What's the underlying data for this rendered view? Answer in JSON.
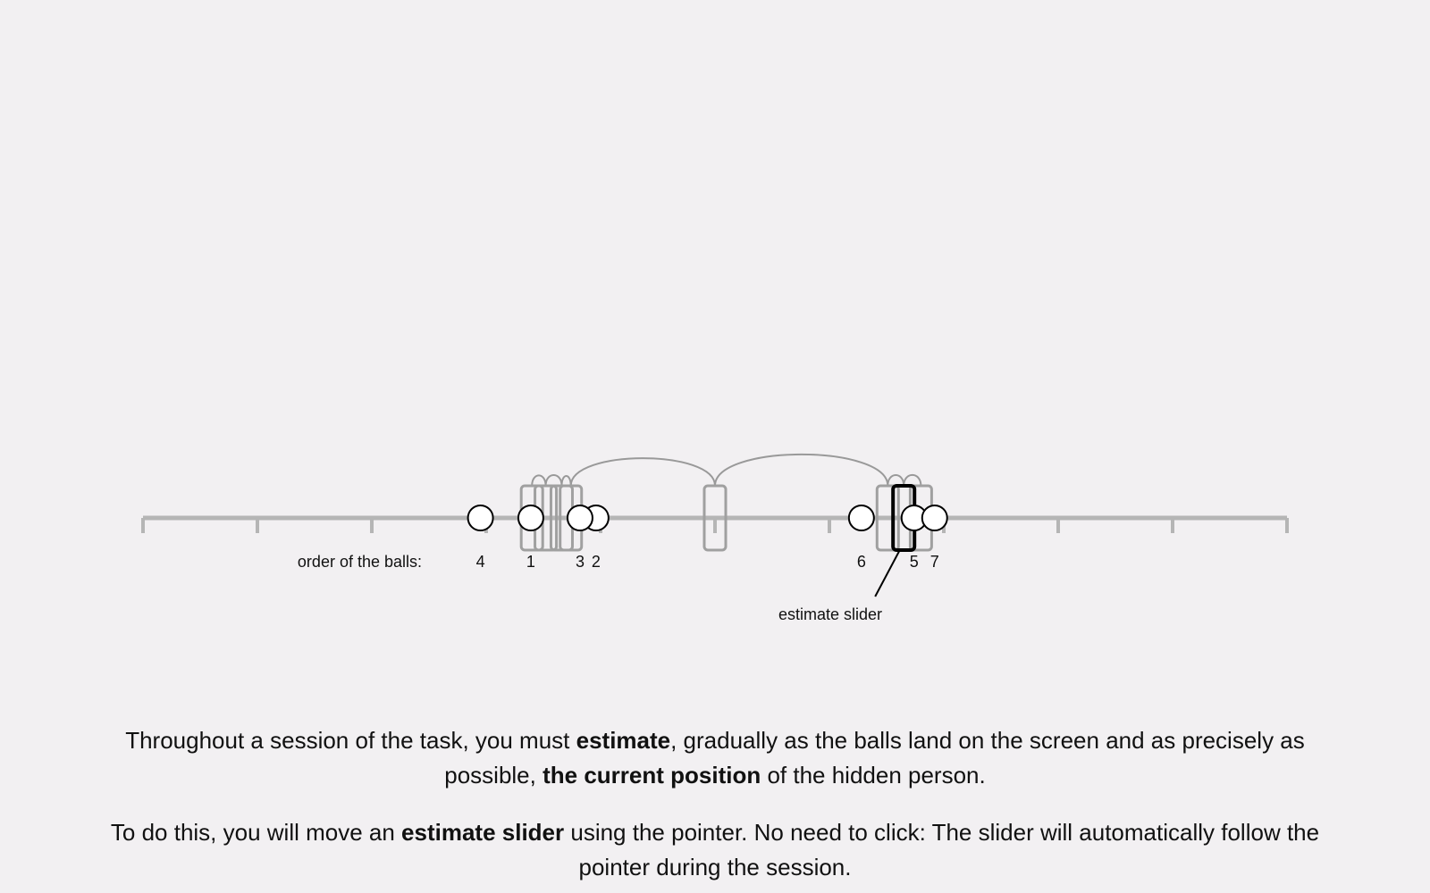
{
  "scale": {
    "min": 0,
    "max": 100,
    "tick_step": 10
  },
  "colors": {
    "background": "#f2f0f2",
    "axis": "#b5b5b5",
    "past_slider": "#a0a0a0",
    "current_slider": "#000000",
    "trajectory": "#999999",
    "ball_fill": "#ffffff",
    "ball_stroke": "#000000"
  },
  "balls": [
    {
      "order": "1",
      "position": 33.9
    },
    {
      "order": "2",
      "position": 39.6
    },
    {
      "order": "3",
      "position": 38.2
    },
    {
      "order": "4",
      "position": 29.5
    },
    {
      "order": "5",
      "position": 67.4
    },
    {
      "order": "6",
      "position": 62.8
    },
    {
      "order": "7",
      "position": 69.2
    }
  ],
  "estimate_slider_history": [
    34.0,
    35.2,
    36.6,
    37.4,
    50.0,
    65.1,
    66.5,
    68.0
  ],
  "current_estimate": 66.5,
  "labels": {
    "order_caption": "order of the balls:",
    "slider_caption": "estimate slider"
  },
  "instructions": {
    "p1": [
      {
        "text": "Throughout a session of the task, you must ",
        "bold": false
      },
      {
        "text": "estimate",
        "bold": true
      },
      {
        "text": ", gradually as the balls land on the screen and as precisely as possible, ",
        "bold": false
      },
      {
        "text": "the current position",
        "bold": true
      },
      {
        "text": " of the hidden person.",
        "bold": false
      }
    ],
    "p2": [
      {
        "text": "To do this, you will move an ",
        "bold": false
      },
      {
        "text": "estimate slider",
        "bold": true
      },
      {
        "text": " using the pointer. No need to click: The slider will automatically follow the pointer during the session.",
        "bold": false
      }
    ]
  }
}
